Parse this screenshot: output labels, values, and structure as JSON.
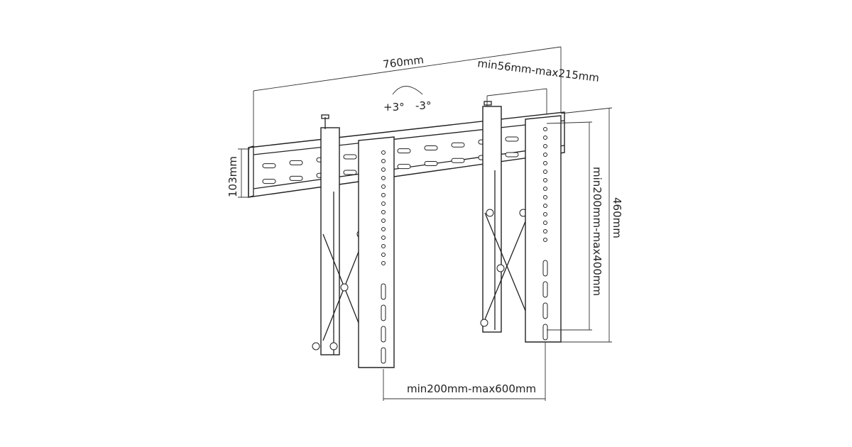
{
  "dimensions": {
    "width_total": "760mm",
    "rail_height": "103mm",
    "arm_depth": "min56mm-max215mm",
    "total_height": "460mm",
    "vertical_spacing": "min200mm-max400mm",
    "horizontal_spacing": "min200mm-max600mm"
  },
  "tilt": {
    "plus": "+3°",
    "minus": "-3°"
  }
}
